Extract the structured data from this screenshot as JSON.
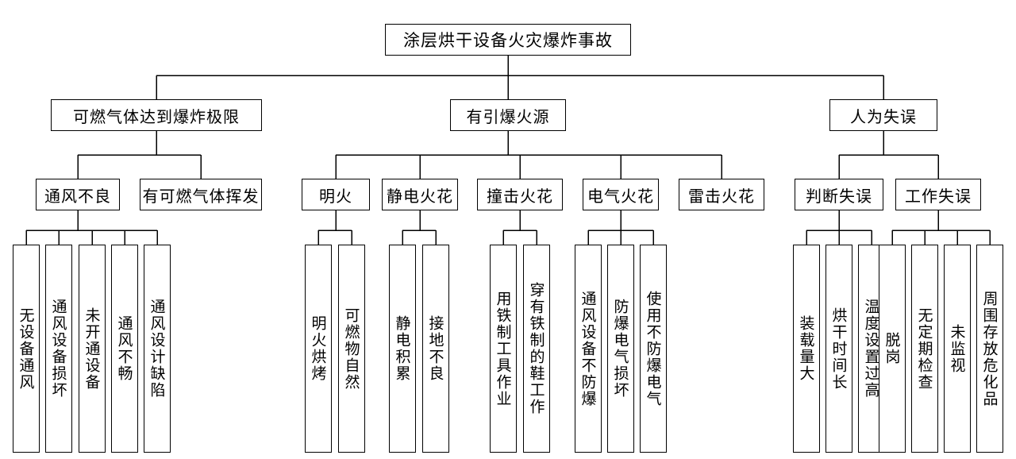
{
  "root": {
    "label": "涂层烘干设备火灾爆炸事故"
  },
  "branches": [
    {
      "label": "可燃气体达到爆炸极限",
      "children": [
        {
          "label": "通风不良",
          "leaves": [
            "无设备通风",
            "通风设备损坏",
            "未开通设备",
            "通风不畅",
            "通风设计缺陷"
          ]
        },
        {
          "label": "有可燃气体挥发",
          "leaves": []
        }
      ]
    },
    {
      "label": "有引爆火源",
      "children": [
        {
          "label": "明火",
          "leaves": [
            "明火烘烤",
            "可燃物自然"
          ]
        },
        {
          "label": "静电火花",
          "leaves": [
            "静电积累",
            "接地不良"
          ]
        },
        {
          "label": "撞击火花",
          "leaves": [
            "用铁制工具作业",
            "穿有铁制的鞋工作"
          ]
        },
        {
          "label": "电气火花",
          "leaves": [
            "通风设备不防爆",
            "防爆电气损坏",
            "使用不防爆电气"
          ]
        },
        {
          "label": "雷击火花",
          "leaves": []
        }
      ]
    },
    {
      "label": "人为失误",
      "children": [
        {
          "label": "判断失误",
          "leaves": [
            "装载量大",
            "烘干时间长",
            "温度设置过高"
          ]
        },
        {
          "label": "工作失误",
          "leaves": [
            "脱岗",
            "无定期检查",
            "未监视",
            "周围存放危化品"
          ]
        }
      ]
    }
  ],
  "style": {
    "line_color": "#000000",
    "box_background": "#ffffff"
  }
}
